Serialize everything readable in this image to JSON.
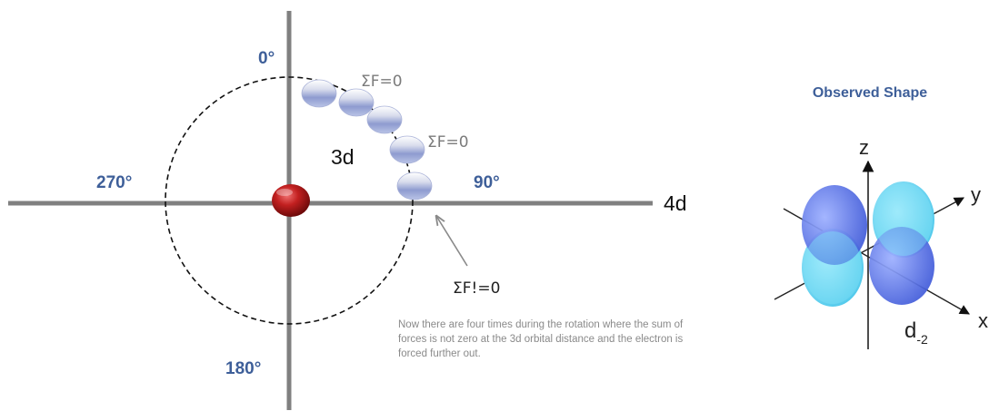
{
  "diagram": {
    "angles": {
      "top": "0°",
      "right": "90°",
      "bottom": "180°",
      "left": "270°"
    },
    "orbital_labels": {
      "inner": "3d",
      "outer": "4d"
    },
    "force_labels": {
      "balanced_1": "ΣF=0",
      "balanced_2": "ΣF=0",
      "unbalanced": "ΣF!=0"
    },
    "note": "Now there are four times during the rotation where the sum of forces is not zero at the 3d orbital distance and the electron is forced further out."
  },
  "observed": {
    "title": "Observed Shape",
    "axes": {
      "z": "z",
      "y": "y",
      "x": "x"
    },
    "orbital_label": "d",
    "orbital_subscript": "-2"
  },
  "colors": {
    "axis": "#808080",
    "angle_label": "#3e5f99",
    "nucleus": "#b01c1c",
    "electron": "#9aa6d6",
    "lobe_front": "#4f6fe6",
    "lobe_back": "#6fd8f0"
  }
}
